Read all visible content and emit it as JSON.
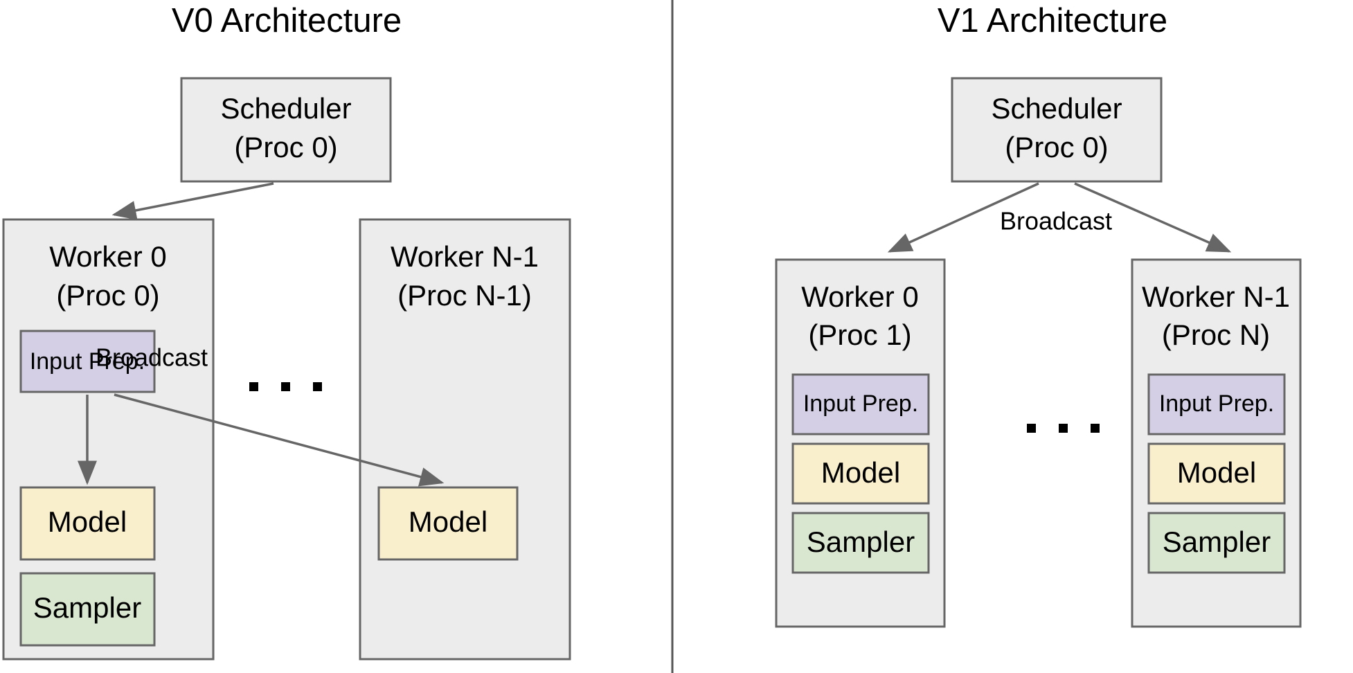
{
  "figure": {
    "background": "#ffffff",
    "divider_color": "#555555"
  },
  "palette": {
    "container_fill": "#ECECEC",
    "container_stroke": "#666666",
    "input_prep_fill": "#D4CFE5",
    "model_fill": "#FAEFCD",
    "sampler_fill": "#D9E7D0",
    "edge_color": "#666666",
    "text_color": "#000000"
  },
  "panels": [
    {
      "id": "v0",
      "title": "V0 Architecture",
      "scheduler": {
        "line1": "Scheduler",
        "line2": "(Proc 0)"
      },
      "workers": [
        {
          "id": "v0-worker-0",
          "line1": "Worker 0",
          "line2": "(Proc 0)",
          "components": [
            {
              "id": "input-prep",
              "label": "Input Prep."
            },
            {
              "id": "model",
              "label": "Model"
            },
            {
              "id": "sampler",
              "label": "Sampler"
            }
          ]
        },
        {
          "id": "v0-worker-n1",
          "line1": "Worker N-1",
          "line2": "(Proc N-1)",
          "components": [
            {
              "id": "model",
              "label": "Model"
            }
          ]
        }
      ],
      "edges": [
        {
          "id": "scheduler-to-worker0",
          "label": ""
        },
        {
          "id": "inputprep-to-model-local",
          "label": "Broadcast"
        },
        {
          "id": "inputprep-to-model-remote",
          "label": ""
        }
      ],
      "ellipsis": "▪ ▪ ▪"
    },
    {
      "id": "v1",
      "title": "V1 Architecture",
      "scheduler": {
        "line1": "Scheduler",
        "line2": "(Proc 0)"
      },
      "workers": [
        {
          "id": "v1-worker-0",
          "line1": "Worker 0",
          "line2": "(Proc 1)",
          "components": [
            {
              "id": "input-prep",
              "label": "Input Prep."
            },
            {
              "id": "model",
              "label": "Model"
            },
            {
              "id": "sampler",
              "label": "Sampler"
            }
          ]
        },
        {
          "id": "v1-worker-n1",
          "line1": "Worker N-1",
          "line2": "(Proc N)",
          "components": [
            {
              "id": "input-prep",
              "label": "Input Prep."
            },
            {
              "id": "model",
              "label": "Model"
            },
            {
              "id": "sampler",
              "label": "Sampler"
            }
          ]
        }
      ],
      "edges": [
        {
          "id": "scheduler-to-worker0",
          "label": ""
        },
        {
          "id": "scheduler-to-workern1",
          "label": ""
        }
      ],
      "broadcast_label": "Broadcast",
      "ellipsis": "▪ ▪ ▪"
    }
  ]
}
